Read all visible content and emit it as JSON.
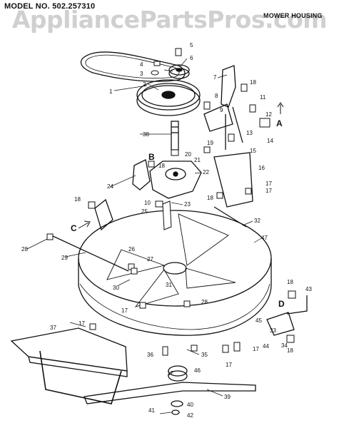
{
  "header": {
    "model": "MODEL NO. 502.257310",
    "section": "MOWER HOUSING"
  },
  "watermark": "AppliancePartsPros.com",
  "view_letters": [
    "A",
    "B",
    "C",
    "D"
  ],
  "part_numbers": [
    "1",
    "2",
    "3",
    "4",
    "5",
    "6",
    "7",
    "8",
    "9",
    "10",
    "11",
    "12",
    "13",
    "14",
    "15",
    "16",
    "17",
    "18",
    "19",
    "20",
    "21",
    "22",
    "23",
    "24",
    "25",
    "26",
    "27",
    "28",
    "29",
    "30",
    "31",
    "32",
    "33",
    "34",
    "35",
    "36",
    "37",
    "38",
    "39",
    "40",
    "41",
    "42",
    "43",
    "44",
    "45",
    "46",
    "47"
  ],
  "labels": {
    "n1": "1",
    "n2": "2",
    "n3": "3",
    "n4": "4",
    "n5": "5",
    "n6": "6",
    "n7": "7",
    "n8": "8",
    "n9": "9",
    "n10": "10",
    "n11": "11",
    "n12": "12",
    "n13": "13",
    "n14": "14",
    "n15": "15",
    "n16": "16",
    "n17": "17",
    "n18": "18",
    "n19": "19",
    "n20": "20",
    "n21": "21",
    "n22": "22",
    "n23": "23",
    "n24": "24",
    "n25": "25",
    "n26": "26",
    "n27": "27",
    "n28": "28",
    "n29": "29",
    "n30": "30",
    "n31": "31",
    "n32": "32",
    "n33": "33",
    "n34": "34",
    "n35": "35",
    "n36": "36",
    "n37": "37",
    "n38": "38",
    "n39": "39",
    "n40": "40",
    "n41": "41",
    "n42": "42",
    "n43": "43",
    "n44": "44",
    "n45": "45",
    "n46": "46",
    "n47": "47",
    "A": "A",
    "B": "B",
    "C": "C",
    "D": "D"
  }
}
